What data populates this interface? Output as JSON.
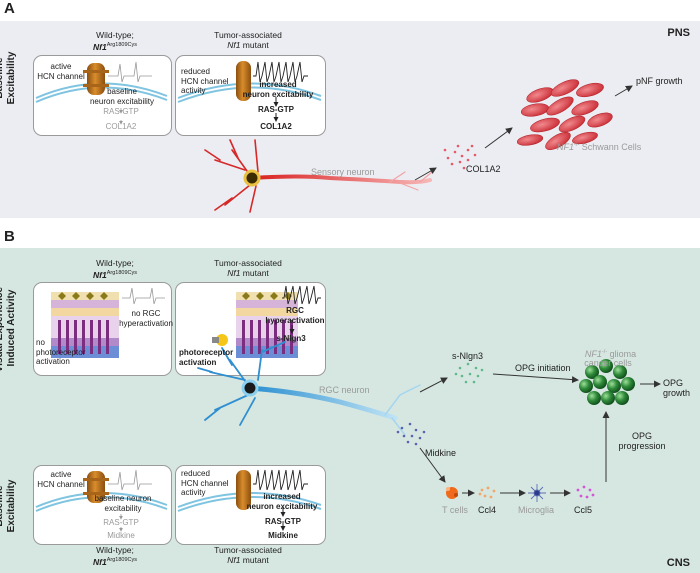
{
  "panel_a": {
    "letter": "A",
    "region": "PNS",
    "side_label": "Baseline\nExcitability",
    "wt_title_1": "Wild-type;",
    "wt_title_2_gene": "Nf1",
    "wt_title_2_sup": "Arg1809Cys",
    "mut_title_1": "Tumor-associated",
    "mut_title_2_gene": "Nf1",
    "mut_title_2_rest": " mutant",
    "wt_box": {
      "channel": "active\nHCN channel",
      "excitability": "baseline\nneuron excitability",
      "ras": "RAS-GTP",
      "product": "COL1A2"
    },
    "mut_box": {
      "channel": "reduced\nHCN channel\nactivity",
      "excitability": "increased\nneuron excitability",
      "ras": "RAS-GTP",
      "product": "COL1A2"
    },
    "neuron_label": "Sensory neuron",
    "col1a2_label": "COL1A2",
    "schwann_gene": "NF1",
    "schwann_sup": "-/-",
    "schwann_rest": " Schwann Cells",
    "growth_label": "pNF growth"
  },
  "panel_b": {
    "letter": "B",
    "region": "CNS",
    "side_top": "Visual Experience-\nInduced Activity",
    "side_bottom": "Baseline\nExcitability",
    "top_wt_title_1": "Wild-type;",
    "top_wt_gene": "Nf1",
    "top_wt_sup": "Arg1809Cys",
    "top_mut_title_1": "Tumor-associated",
    "top_mut_gene": "Nf1",
    "top_mut_rest": " mutant",
    "top_wt_box": {
      "no_rgc": "no RGC\nhyperactivation",
      "no_photo": "no\nphotoreceptor\nactivation"
    },
    "top_mut_box": {
      "rgc": "RGC\nhyperactivation",
      "product": "s-Nlgn3",
      "photo": "photoreceptor\nactivation"
    },
    "neuron_label": "RGC neuron",
    "snlgn3_label": "s-Nlgn3",
    "opg_initiation": "OPG initiation",
    "glioma_gene": "NF1",
    "glioma_sup": "-/-",
    "glioma_rest": " glioma\ncancer cells",
    "opg_growth": "OPG growth",
    "opg_progression": "OPG\nprogression",
    "midkine_label": "Midkine",
    "tcells_label": "T cells",
    "ccl4_label": "Ccl4",
    "microglia_label": "Microglia",
    "ccl5_label": "Ccl5",
    "bot_wt_box": {
      "channel": "active\nHCN channel",
      "excitability": "baseline neuron\nexcitability",
      "ras": "RAS-GTP",
      "product": "Midkine"
    },
    "bot_mut_box": {
      "channel": "reduced\nHCN channel\nactivity",
      "excitability": "increased\nneuron excitability",
      "ras": "RAS-GTP",
      "product": "Midkine"
    },
    "bot_wt_title_1": "Wild-type;",
    "bot_wt_gene": "Nf1",
    "bot_wt_sup": "Arg1809Cys",
    "bot_mut_title_1": "Tumor-associated",
    "bot_mut_gene": "Nf1",
    "bot_mut_rest": " mutant"
  },
  "colors": {
    "pns_band": "#ecedf2",
    "cns_band": "#d6e7e1",
    "channel": "#c27a1f",
    "membrane": "#7fc4e0",
    "sensory_neuron": "#e03a2e",
    "schwann": "#d9434a",
    "rgc_neuron": "#5fb3df",
    "glioma": "#2f8a3a",
    "tcell": "#f06a1c",
    "microglia": "#5b6fb5",
    "ccl5": "#d455d6",
    "midkine_dots": "#5b62b0",
    "snlgn3_dots": "#5fb98a"
  }
}
